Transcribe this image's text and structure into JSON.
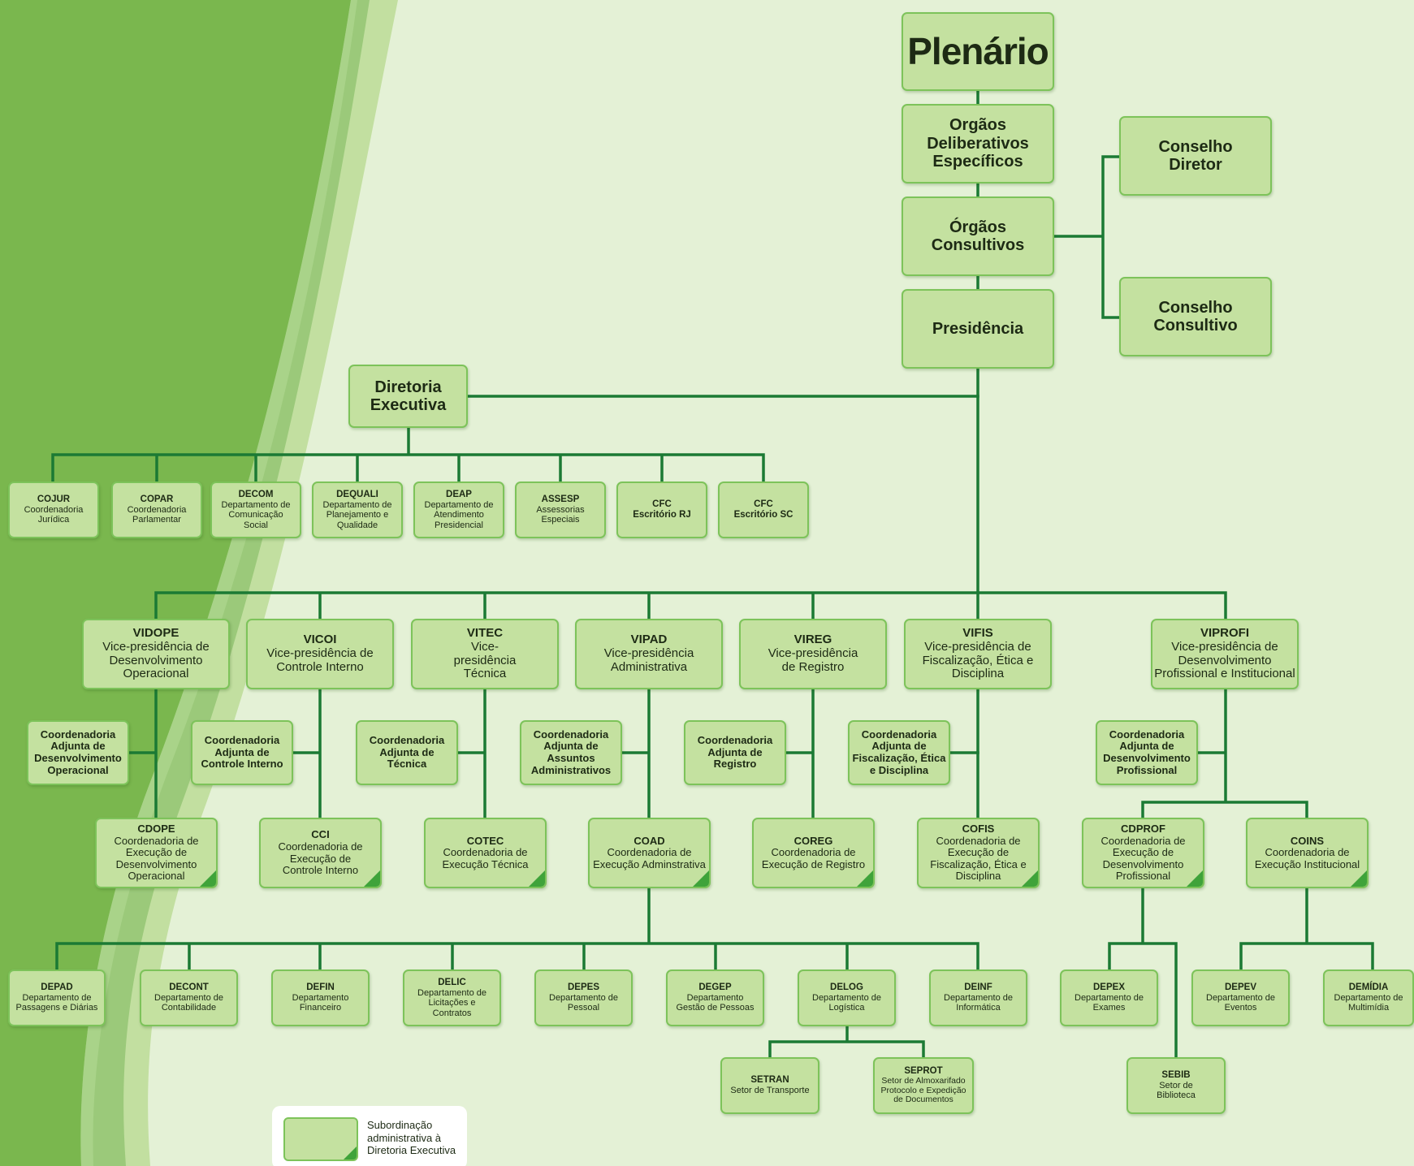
{
  "colors": {
    "background": "#e4f1d6",
    "box_fill": "#c4e1a0",
    "box_border": "#7dc35a",
    "connector": "#1b7a34",
    "corner_mark": "#3fa33a"
  },
  "nodes": {
    "plenario": {
      "t1": "Plenário"
    },
    "orgaos_deliberativos": {
      "t1": "Orgãos Deliberativos Específicos"
    },
    "orgaos_consultivos": {
      "t1": "Órgãos Consultivos"
    },
    "presidencia": {
      "t1": "Presidência"
    },
    "conselho_diretor": {
      "t1": "Conselho Diretor"
    },
    "conselho_consultivo": {
      "t1": "Conselho Consultivo"
    },
    "diretoria_executiva": {
      "t1": "Diretoria Executiva"
    },
    "cojur": {
      "t1": "COJUR",
      "t2": "Coordenadoria Jurídica"
    },
    "copar": {
      "t1": "COPAR",
      "t2": "Coordenadoria Parlamentar"
    },
    "decom": {
      "t1": "DECOM",
      "t2": "Departamento de Comunicação Social"
    },
    "dequali": {
      "t1": "DEQUALI",
      "t2": "Departamento de Planejamento e Qualidade"
    },
    "deap": {
      "t1": "DEAP",
      "t2": "Departamento de Atendimento Presidencial"
    },
    "assesp": {
      "t1": "ASSESP",
      "t2": "Assessorias Especiais"
    },
    "cfc_rj": {
      "t1": "CFC",
      "t2": "Escritório RJ"
    },
    "cfc_sc": {
      "t1": "CFC",
      "t2": "Escritório SC"
    },
    "vidope": {
      "t1": "VIDOPE",
      "t2": "Vice-presidência de Desenvolvimento Operacional"
    },
    "vicoi": {
      "t1": "VICOI",
      "t2": "Vice-presidência de Controle Interno"
    },
    "vitec": {
      "t1": "VITEC",
      "t2": "Vice-presidência Técnica"
    },
    "vipad": {
      "t1": "VIPAD",
      "t2": "Vice-presidência Administrativa"
    },
    "vireg": {
      "t1": "VIREG",
      "t2": "Vice-presidência de Registro"
    },
    "vifis": {
      "t1": "VIFIS",
      "t2": "Vice-presidência de Fiscalização, Ética e Disciplina"
    },
    "viprofi": {
      "t1": "VIPROFI",
      "t2": "Vice-presidência de Desenvolvimento Profissional e Institucional"
    },
    "adj_dope": {
      "t1": "Coordenadoria Adjunta de Desenvolvimento Operacional"
    },
    "adj_coi": {
      "t1": "Coordenadoria Adjunta de Controle Interno"
    },
    "adj_tec": {
      "t1": "Coordenadoria Adjunta de Técnica"
    },
    "adj_adm": {
      "t1": "Coordenadoria Adjunta de Assuntos Administrativos"
    },
    "adj_reg": {
      "t1": "Coordenadoria Adjunta de Registro"
    },
    "adj_fis": {
      "t1": "Coordenadoria Adjunta de Fiscalização, Ética e Disciplina"
    },
    "adj_prof": {
      "t1": "Coordenadoria Adjunta de Desenvolvimento Profissional"
    },
    "cdope": {
      "t1": "CDOPE",
      "t2": "Coordenadoria de Execução de Desenvolvimento Operacional"
    },
    "cci": {
      "t1": "CCI",
      "t2": "Coordenadoria de Execução de Controle Interno"
    },
    "cotec": {
      "t1": "COTEC",
      "t2": "Coordenadoria de Execução Técnica"
    },
    "coad": {
      "t1": "COAD",
      "t2": "Coordenadoria de Execução Adminstrativa"
    },
    "coreg": {
      "t1": "COREG",
      "t2": "Coordenadoria de Execução de Registro"
    },
    "cofis": {
      "t1": "COFIS",
      "t2": "Coordenadoria de Execução de Fiscalização, Ética e Disciplina"
    },
    "cdprof": {
      "t1": "CDPROF",
      "t2": "Coordenadoria de Execução de Desenvolvimento Profissional"
    },
    "coins": {
      "t1": "COINS",
      "t2": "Coordenadoria de Execução Institucional"
    },
    "depad": {
      "t1": "DEPAD",
      "t2": "Departamento de Passagens e Diárias"
    },
    "decont": {
      "t1": "DECONT",
      "t2": "Departamento de Contabilidade"
    },
    "defin": {
      "t1": "DEFIN",
      "t2": "Departamento Financeiro"
    },
    "delic": {
      "t1": "DELIC",
      "t2": "Departamento de Licitações e Contratos"
    },
    "depes": {
      "t1": "DEPES",
      "t2": "Departamento de Pessoal"
    },
    "degep": {
      "t1": "DEGEP",
      "t2": "Departamento Gestão de Pessoas"
    },
    "delog": {
      "t1": "DELOG",
      "t2": "Departamento de Logística"
    },
    "deinf": {
      "t1": "DEINF",
      "t2": "Departamento de Informática"
    },
    "depex": {
      "t1": "DEPEX",
      "t2": "Departamento de Exames"
    },
    "depev": {
      "t1": "DEPEV",
      "t2": "Departamento de Eventos"
    },
    "demidia": {
      "t1": "DEMÍDIA",
      "t2": "Departamento de Multimídia"
    },
    "setran": {
      "t1": "SETRAN",
      "t2": "Setor de Transporte"
    },
    "seprot": {
      "t1": "SEPROT",
      "t2": "Setor de Almoxarifado Protocolo e Expedição de Documentos"
    },
    "sebib": {
      "t1": "SEBIB",
      "t2": "Setor de Biblioteca"
    }
  },
  "legend": {
    "text": "Subordinação administrativa à Diretoria Executiva"
  }
}
